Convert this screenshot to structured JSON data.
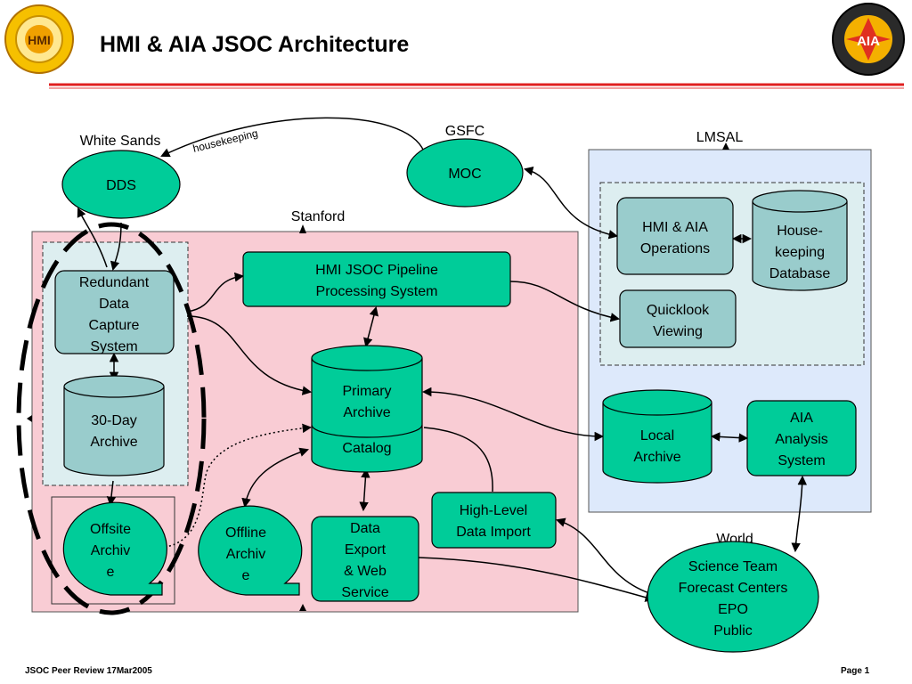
{
  "slide": {
    "title": "HMI & AIA  JSOC Architecture",
    "footer_left": "JSOC Peer Review 17Mar2005",
    "footer_right": "Page 1",
    "logo_left_text": "HMI",
    "logo_right_text": "AIA"
  },
  "regions": {
    "white_sands": "White Sands",
    "gsfc": "GSFC",
    "lmsal": "LMSAL",
    "stanford": "Stanford",
    "world": "World"
  },
  "nodes": {
    "dds": "DDS",
    "moc": "MOC",
    "housekeeping_link": "housekeeping",
    "redundant_capture": [
      "Redundant",
      "Data",
      "Capture",
      "System"
    ],
    "thirty_day_archive": [
      "30-Day",
      "Archive"
    ],
    "offsite_archive": [
      "Offsite",
      "Archiv",
      "e"
    ],
    "pipeline": [
      "HMI JSOC Pipeline",
      "Processing System"
    ],
    "primary_archive": [
      "Primary",
      "Archive"
    ],
    "catalog": "Catalog",
    "offline_archive": [
      "Offline",
      "Archiv",
      "e"
    ],
    "data_export": [
      "Data",
      "Export",
      "& Web",
      "Service"
    ],
    "high_level_import": [
      "High-Level",
      "Data Import"
    ],
    "operations": [
      "HMI & AIA",
      "Operations"
    ],
    "housekeeping_db": [
      "House-",
      "keeping",
      "Database"
    ],
    "quicklook": [
      "Quicklook",
      "Viewing"
    ],
    "local_archive": [
      "Local",
      "Archive"
    ],
    "aia_analysis": [
      "AIA",
      "Analysis",
      "System"
    ],
    "world_users": [
      "Science Team",
      "Forecast Centers",
      "EPO",
      "Public"
    ]
  },
  "colors": {
    "green_node": "#00cc99",
    "blue_node": "#99cccc",
    "stanford_bg": "#f9ccd4",
    "lmsal_bg": "#dde9fb",
    "inner_box_bg": "#ddeef0",
    "title_rule": "#e02020"
  }
}
